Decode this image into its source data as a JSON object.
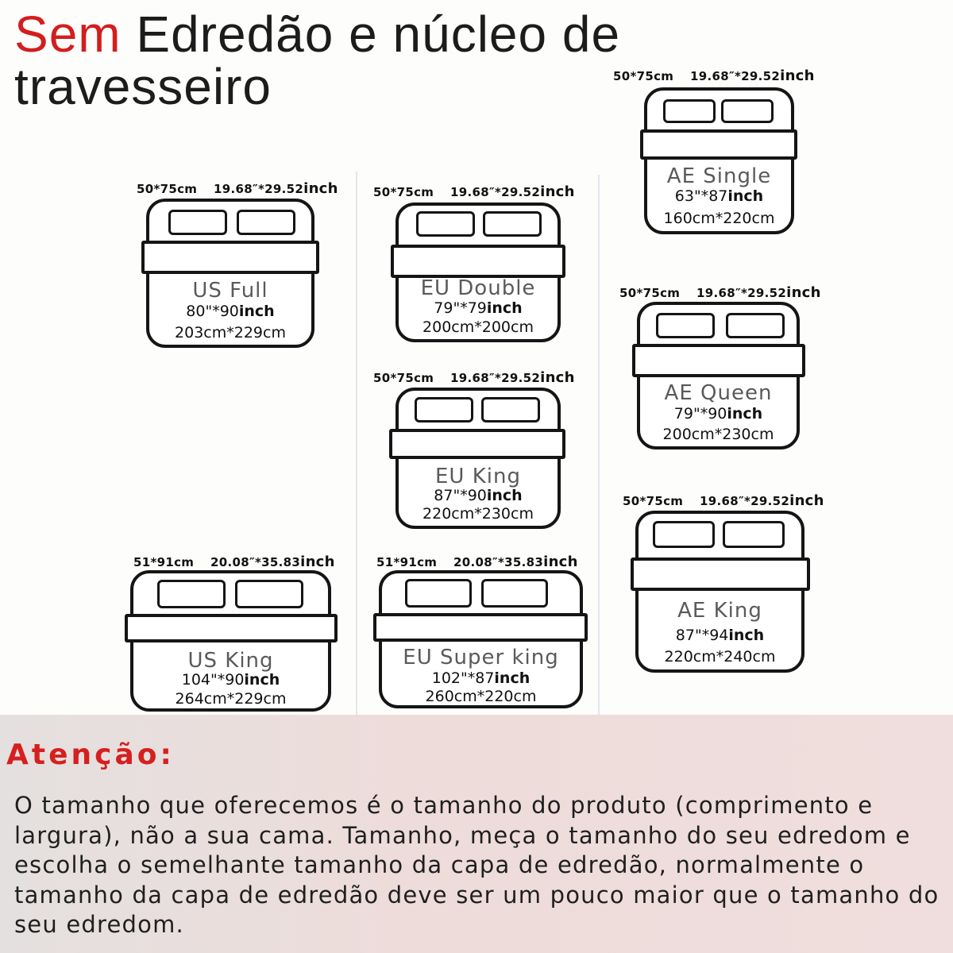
{
  "title": {
    "accent": "Sem",
    "rest": "Edredão e núcleo de travesseiro"
  },
  "beds": [
    {
      "key": "us_full",
      "pillow": "50*75cm",
      "pillow_in": "19.68″*29.52",
      "inch_word": "inch",
      "name": "US Full",
      "size_in": "80\"*90",
      "size_unit": "inch",
      "size_cm": "203cm*229cm"
    },
    {
      "key": "eu_double",
      "pillow": "50*75cm",
      "pillow_in": "19.68″*29.52",
      "inch_word": "inch",
      "name": "EU Double",
      "size_in": "79\"*79",
      "size_unit": "inch",
      "size_cm": "200cm*200cm"
    },
    {
      "key": "ae_single",
      "pillow": "50*75cm",
      "pillow_in": "19.68″*29.52",
      "inch_word": "inch",
      "name": "AE Single",
      "size_in": "63\"*87",
      "size_unit": "inch",
      "size_cm": "160cm*220cm"
    },
    {
      "key": "ae_queen",
      "pillow": "50*75cm",
      "pillow_in": "19.68″*29.52",
      "inch_word": "inch",
      "name": "AE Queen",
      "size_in": "79\"*90",
      "size_unit": "inch",
      "size_cm": "200cm*230cm"
    },
    {
      "key": "eu_king",
      "pillow": "50*75cm",
      "pillow_in": "19.68″*29.52",
      "inch_word": "inch",
      "name": "EU King",
      "size_in": "87\"*90",
      "size_unit": "inch",
      "size_cm": "220cm*230cm"
    },
    {
      "key": "ae_king",
      "pillow": "50*75cm",
      "pillow_in": "19.68″*29.52",
      "inch_word": "inch",
      "name": "AE King",
      "size_in": "87\"*94",
      "size_unit": "inch",
      "size_cm": "220cm*240cm"
    },
    {
      "key": "us_king",
      "pillow": "51*91cm",
      "pillow_in": "20.08″*35.83",
      "inch_word": "inch",
      "name": "US King",
      "size_in": "104\"*90",
      "size_unit": "inch",
      "size_cm": "264cm*229cm"
    },
    {
      "key": "eu_super_king",
      "pillow": "51*91cm",
      "pillow_in": "20.08″*35.83",
      "inch_word": "inch",
      "name": "EU Super king",
      "size_in": "102\"*87",
      "size_unit": "inch",
      "size_cm": "260cm*220cm"
    }
  ],
  "notice": {
    "title": "Atenção:",
    "body": "O tamanho que oferecemos é o tamanho do produto (comprimento e largura), não a sua cama. Tamanho, meça o tamanho do seu edredom e escolha o semelhante tamanho da capa de edredão, normalmente o tamanho da capa de edredão deve ser um pouco maior que o tamanho do seu edredom."
  },
  "colors": {
    "accent_red": "#d21e1e",
    "line": "#151515",
    "notice_bg": "#eedcda"
  }
}
